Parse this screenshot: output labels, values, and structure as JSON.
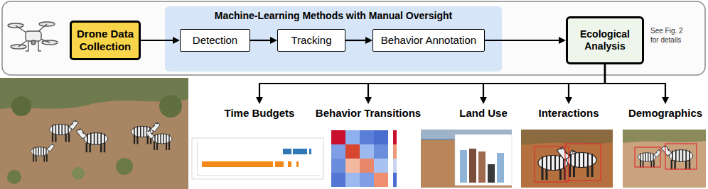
{
  "diagram": {
    "nodes": [
      {
        "text": [
          "Drone Data Collection"
        ]
      },
      {
        "text": [
          "Machine-Learning Methods with Manual Oversight"
        ]
      },
      {
        "text": [
          "Detection"
        ],
        "in": 1
      },
      {
        "text": [
          "Tracking"
        ],
        "in": 1
      },
      {
        "text": [
          "Behavior Annotation"
        ],
        "in": 1
      },
      {
        "text": [
          "Ecological Analysis"
        ]
      },
      {
        "text": [
          "Time Budgets"
        ]
      },
      {
        "text": [
          "Behavior Transitions"
        ]
      },
      {
        "text": [
          "Land Use"
        ]
      },
      {
        "text": [
          "Interactions"
        ]
      },
      {
        "text": [
          "Demographics"
        ]
      }
    ],
    "edges": [
      {
        "from": 0,
        "to": 2,
        "arrow": "to"
      },
      {
        "from": 2,
        "to": 3,
        "arrow": "to"
      },
      {
        "from": 3,
        "to": 4,
        "arrow": "to"
      },
      {
        "from": 4,
        "to": 5,
        "arrow": "to"
      },
      {
        "from": 5,
        "to": 6,
        "arrow": "to"
      },
      {
        "from": 5,
        "to": 7,
        "arrow": "to"
      },
      {
        "from": 5,
        "to": 8,
        "arrow": "to"
      },
      {
        "from": 5,
        "to": 9,
        "arrow": "to"
      },
      {
        "from": 5,
        "to": 10,
        "arrow": "to"
      }
    ],
    "labels": [
      "See Fig. 2 for details"
    ]
  }
}
